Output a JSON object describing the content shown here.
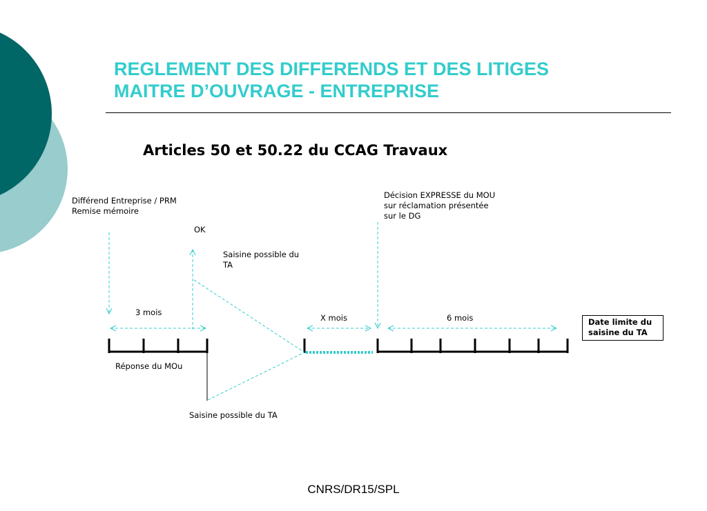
{
  "title": {
    "line1": "REGLEMENT DES DIFFERENDS ET DES LITIGES",
    "line2": "MAITRE D’OUVRAGE - ENTREPRISE"
  },
  "subtitle": "Articles 50 et 50.22 du CCAG Travaux",
  "labels": {
    "differend_line1": "Différend Entreprise / PRM",
    "differend_line2": "Remise mémoire",
    "ok": "OK",
    "saisine_upper_line1": "Saisine possible du",
    "saisine_upper_line2": "TA",
    "three_months": "3 mois",
    "x_months": "X mois",
    "six_months": "6 mois",
    "decision_line1": "Décision EXPRESSE du MOU",
    "decision_line2": "sur réclamation présentée",
    "decision_line3": "sur le DG",
    "reponse": "Réponse du MOu",
    "saisine_lower": "Saisine possible du TA",
    "box_line1": "Date limite du",
    "box_line2": "saisine du TA"
  },
  "footer": "CNRS/DR15/SPL",
  "colors": {
    "title": "#33CCCC",
    "arrow": "#33CCCC",
    "deco_dark": "#006666",
    "deco_light": "#99CCCC"
  }
}
